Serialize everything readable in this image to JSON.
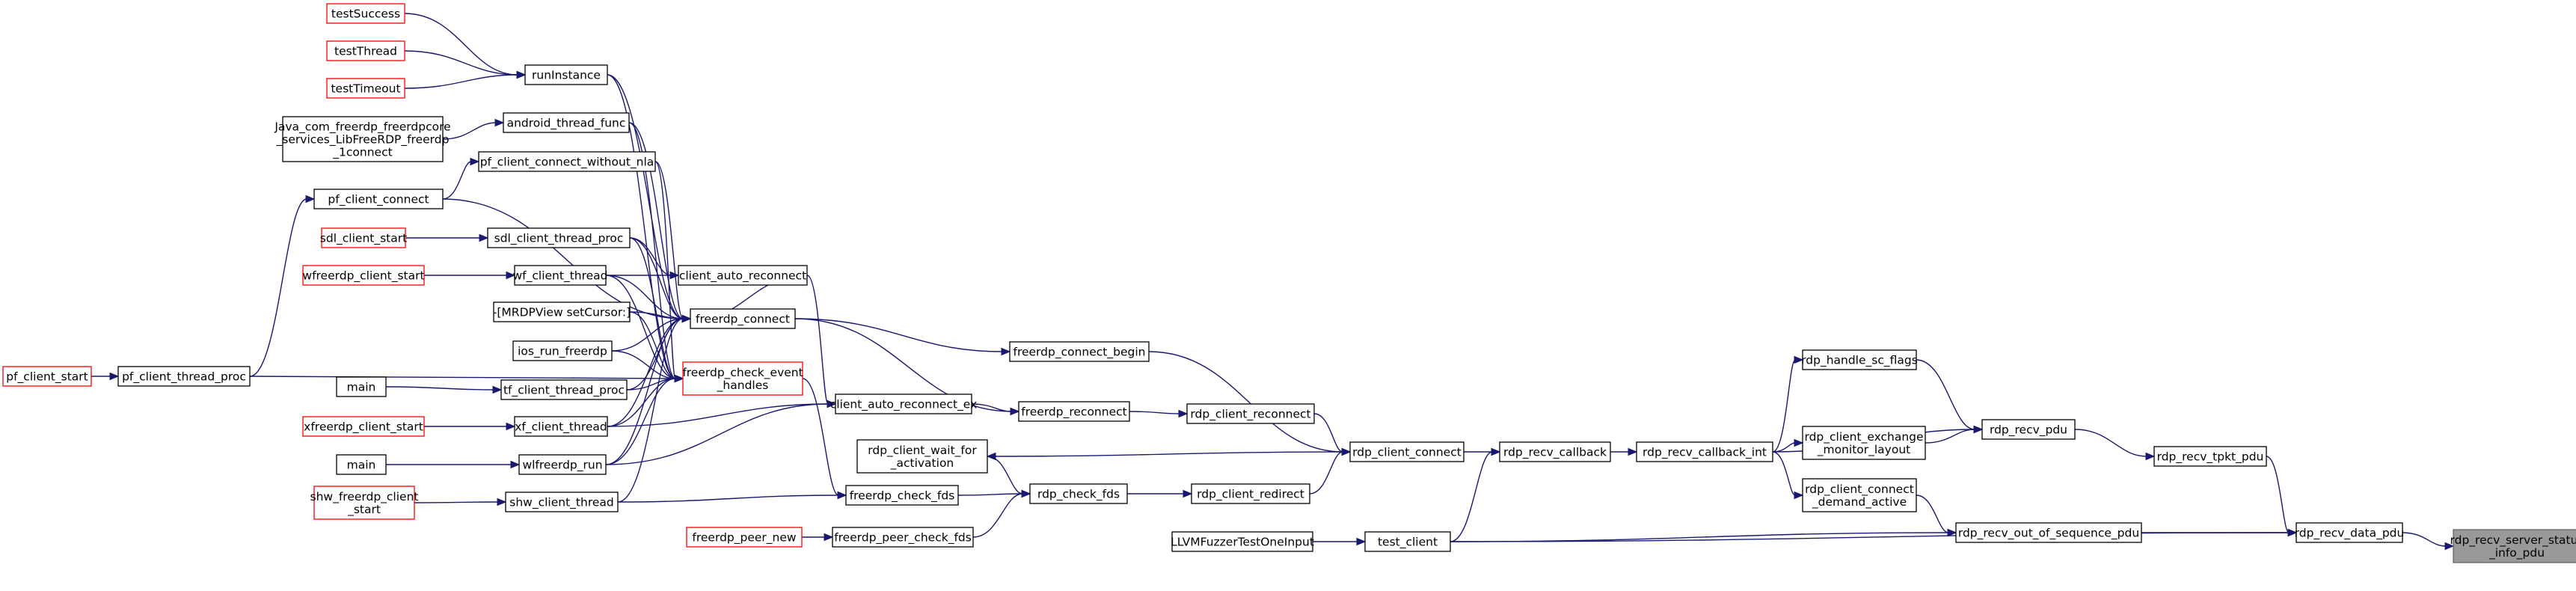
{
  "graph": {
    "title": "",
    "nodes": [
      {
        "id": "root",
        "label": "rdp_recv_server_status\n_info_pdu",
        "style": "root"
      },
      {
        "id": "recv_data_pdu",
        "label": "rdp_recv_data_pdu",
        "style": "normal"
      },
      {
        "id": "recv_tpkt_pdu",
        "label": "rdp_recv_tpkt_pdu",
        "style": "normal"
      },
      {
        "id": "recv_oos_pdu",
        "label": "rdp_recv_out_of_sequence_pdu",
        "style": "normal"
      },
      {
        "id": "recv_pdu",
        "label": "rdp_recv_pdu",
        "style": "normal"
      },
      {
        "id": "handle_sc_flags",
        "label": "rdp_handle_sc_flags",
        "style": "normal"
      },
      {
        "id": "client_exchange",
        "label": "rdp_client_exchange\n_monitor_layout",
        "style": "normal"
      },
      {
        "id": "client_connect_demand",
        "label": "rdp_client_connect\n_demand_active",
        "style": "normal"
      },
      {
        "id": "recv_callback_int",
        "label": "rdp_recv_callback_int",
        "style": "normal"
      },
      {
        "id": "recv_callback",
        "label": "rdp_recv_callback",
        "style": "normal"
      },
      {
        "id": "rdp_client_connect",
        "label": "rdp_client_connect",
        "style": "normal"
      },
      {
        "id": "test_client",
        "label": "test_client",
        "style": "normal"
      },
      {
        "id": "llvm_fuzzer",
        "label": "LLVMFuzzerTestOneInput",
        "style": "normal"
      },
      {
        "id": "freerdp_connect_begin",
        "label": "freerdp_connect_begin",
        "style": "normal"
      },
      {
        "id": "rdp_client_reconnect",
        "label": "rdp_client_reconnect",
        "style": "normal"
      },
      {
        "id": "rdp_client_redirect",
        "label": "rdp_client_redirect",
        "style": "normal"
      },
      {
        "id": "rdp_client_wait",
        "label": "rdp_client_wait_for\n_activation",
        "style": "normal"
      },
      {
        "id": "rdp_check_fds",
        "label": "rdp_check_fds",
        "style": "normal"
      },
      {
        "id": "freerdp_reconnect",
        "label": "freerdp_reconnect",
        "style": "normal"
      },
      {
        "id": "freerdp_check_fds",
        "label": "freerdp_check_fds",
        "style": "normal"
      },
      {
        "id": "freerdp_peer_check_fds",
        "label": "freerdp_peer_check_fds",
        "style": "normal"
      },
      {
        "id": "freerdp_peer_new",
        "label": "freerdp_peer_new",
        "style": "red"
      },
      {
        "id": "freerdp_connect",
        "label": "freerdp_connect",
        "style": "normal"
      },
      {
        "id": "client_auto_reconnect_ex",
        "label": "client_auto_reconnect_ex",
        "style": "normal"
      },
      {
        "id": "client_auto_reconnect",
        "label": "client_auto_reconnect",
        "style": "normal"
      },
      {
        "id": "freerdp_check_event_handles",
        "label": "freerdp_check_event\n_handles",
        "style": "red"
      },
      {
        "id": "runInstance",
        "label": "runInstance",
        "style": "normal"
      },
      {
        "id": "testSuccess",
        "label": "testSuccess",
        "style": "red"
      },
      {
        "id": "testThread",
        "label": "testThread",
        "style": "red"
      },
      {
        "id": "testTimeout",
        "label": "testTimeout",
        "style": "red"
      },
      {
        "id": "android_thread_func",
        "label": "android_thread_func",
        "style": "normal"
      },
      {
        "id": "java_connect",
        "label": "Java_com_freerdp_freerdpcore\n_services_LibFreeRDP_freerdp\n_1connect",
        "style": "normal"
      },
      {
        "id": "pf_client_connect_wo_nla",
        "label": "pf_client_connect_without_nla",
        "style": "normal"
      },
      {
        "id": "pf_client_connect",
        "label": "pf_client_connect",
        "style": "normal"
      },
      {
        "id": "pf_client_thread_proc",
        "label": "pf_client_thread_proc",
        "style": "normal"
      },
      {
        "id": "pf_client_start",
        "label": "pf_client_start",
        "style": "red"
      },
      {
        "id": "sdl_client_thread_proc",
        "label": "sdl_client_thread_proc",
        "style": "normal"
      },
      {
        "id": "sdl_client_start",
        "label": "sdl_client_start",
        "style": "red"
      },
      {
        "id": "wf_client_thread",
        "label": "wf_client_thread",
        "style": "normal"
      },
      {
        "id": "wfreerdp_client_start",
        "label": "wfreerdp_client_start",
        "style": "red"
      },
      {
        "id": "mrdpview",
        "label": "-[MRDPView setCursor:]",
        "style": "normal"
      },
      {
        "id": "ios_run_freerdp",
        "label": "ios_run_freerdp",
        "style": "normal"
      },
      {
        "id": "tf_client_thread_proc",
        "label": "tf_client_thread_proc",
        "style": "normal"
      },
      {
        "id": "main_tf",
        "label": "main",
        "style": "normal"
      },
      {
        "id": "xf_client_thread",
        "label": "xf_client_thread",
        "style": "normal"
      },
      {
        "id": "xfreerdp_client_start",
        "label": "xfreerdp_client_start",
        "style": "red"
      },
      {
        "id": "wlfreerdp_run",
        "label": "wlfreerdp_run",
        "style": "normal"
      },
      {
        "id": "main_wl",
        "label": "main",
        "style": "normal"
      },
      {
        "id": "shw_client_thread",
        "label": "shw_client_thread",
        "style": "normal"
      },
      {
        "id": "shw_freerdp_client_start",
        "label": "shw_freerdp_client\n_start",
        "style": "red"
      }
    ],
    "edges": [
      [
        "recv_data_pdu",
        "root"
      ],
      [
        "recv_tpkt_pdu",
        "recv_data_pdu"
      ],
      [
        "recv_oos_pdu",
        "recv_data_pdu"
      ],
      [
        "test_client",
        "recv_data_pdu"
      ],
      [
        "recv_pdu",
        "recv_tpkt_pdu"
      ],
      [
        "handle_sc_flags",
        "recv_pdu"
      ],
      [
        "client_exchange",
        "recv_pdu"
      ],
      [
        "recv_callback_int",
        "recv_pdu"
      ],
      [
        "client_connect_demand",
        "recv_oos_pdu"
      ],
      [
        "test_client",
        "recv_oos_pdu"
      ],
      [
        "recv_callback_int",
        "handle_sc_flags"
      ],
      [
        "recv_callback_int",
        "client_exchange"
      ],
      [
        "recv_callback_int",
        "client_connect_demand"
      ],
      [
        "recv_callback",
        "recv_callback_int"
      ],
      [
        "rdp_client_connect",
        "recv_callback"
      ],
      [
        "test_client",
        "recv_callback"
      ],
      [
        "llvm_fuzzer",
        "test_client"
      ],
      [
        "rdp_client_connect",
        "rdp_client_wait"
      ],
      [
        "freerdp_connect_begin",
        "rdp_client_connect"
      ],
      [
        "rdp_client_reconnect",
        "rdp_client_connect"
      ],
      [
        "rdp_client_redirect",
        "rdp_client_connect"
      ],
      [
        "freerdp_reconnect",
        "rdp_client_reconnect"
      ],
      [
        "rdp_check_fds",
        "rdp_client_redirect"
      ],
      [
        "rdp_client_wait",
        "rdp_check_fds"
      ],
      [
        "freerdp_check_fds",
        "rdp_check_fds"
      ],
      [
        "freerdp_peer_check_fds",
        "rdp_check_fds"
      ],
      [
        "freerdp_peer_new",
        "freerdp_peer_check_fds"
      ],
      [
        "freerdp_connect",
        "freerdp_connect_begin"
      ],
      [
        "freerdp_connect",
        "freerdp_reconnect"
      ],
      [
        "client_auto_reconnect_ex",
        "freerdp_reconnect"
      ],
      [
        "client_auto_reconnect",
        "client_auto_reconnect_ex"
      ],
      [
        "freerdp_check_event_handles",
        "freerdp_check_fds"
      ],
      [
        "shw_client_thread",
        "freerdp_check_fds"
      ],
      [
        "xf_client_thread",
        "client_auto_reconnect_ex"
      ],
      [
        "wlfreerdp_run",
        "client_auto_reconnect_ex"
      ],
      [
        "runInstance",
        "freerdp_connect"
      ],
      [
        "android_thread_func",
        "freerdp_connect"
      ],
      [
        "pf_client_connect_wo_nla",
        "freerdp_connect"
      ],
      [
        "pf_client_connect",
        "freerdp_connect"
      ],
      [
        "sdl_client_thread_proc",
        "freerdp_connect"
      ],
      [
        "client_auto_reconnect",
        "freerdp_connect"
      ],
      [
        "wf_client_thread",
        "freerdp_connect"
      ],
      [
        "mrdpview",
        "freerdp_connect"
      ],
      [
        "ios_run_freerdp",
        "freerdp_connect"
      ],
      [
        "tf_client_thread_proc",
        "freerdp_connect"
      ],
      [
        "xf_client_thread",
        "freerdp_connect"
      ],
      [
        "wlfreerdp_run",
        "freerdp_connect"
      ],
      [
        "shw_client_thread",
        "freerdp_connect"
      ],
      [
        "sdl_client_thread_proc",
        "client_auto_reconnect"
      ],
      [
        "wf_client_thread",
        "client_auto_reconnect"
      ],
      [
        "runInstance",
        "freerdp_check_event_handles"
      ],
      [
        "android_thread_func",
        "freerdp_check_event_handles"
      ],
      [
        "pf_client_connect_wo_nla",
        "freerdp_check_event_handles"
      ],
      [
        "sdl_client_thread_proc",
        "freerdp_check_event_handles"
      ],
      [
        "wf_client_thread",
        "freerdp_check_event_handles"
      ],
      [
        "mrdpview",
        "freerdp_check_event_handles"
      ],
      [
        "ios_run_freerdp",
        "freerdp_check_event_handles"
      ],
      [
        "tf_client_thread_proc",
        "freerdp_check_event_handles"
      ],
      [
        "xf_client_thread",
        "freerdp_check_event_handles"
      ],
      [
        "wlfreerdp_run",
        "freerdp_check_event_handles"
      ],
      [
        "pf_client_thread_proc",
        "freerdp_check_event_handles"
      ],
      [
        "testSuccess",
        "runInstance"
      ],
      [
        "testThread",
        "runInstance"
      ],
      [
        "testTimeout",
        "runInstance"
      ],
      [
        "java_connect",
        "android_thread_func"
      ],
      [
        "pf_client_connect",
        "pf_client_connect_wo_nla"
      ],
      [
        "pf_client_thread_proc",
        "pf_client_connect"
      ],
      [
        "pf_client_start",
        "pf_client_thread_proc"
      ],
      [
        "sdl_client_start",
        "sdl_client_thread_proc"
      ],
      [
        "wfreerdp_client_start",
        "wf_client_thread"
      ],
      [
        "main_tf",
        "tf_client_thread_proc"
      ],
      [
        "xfreerdp_client_start",
        "xf_client_thread"
      ],
      [
        "main_wl",
        "wlfreerdp_run"
      ],
      [
        "shw_freerdp_client_start",
        "shw_client_thread"
      ]
    ]
  }
}
